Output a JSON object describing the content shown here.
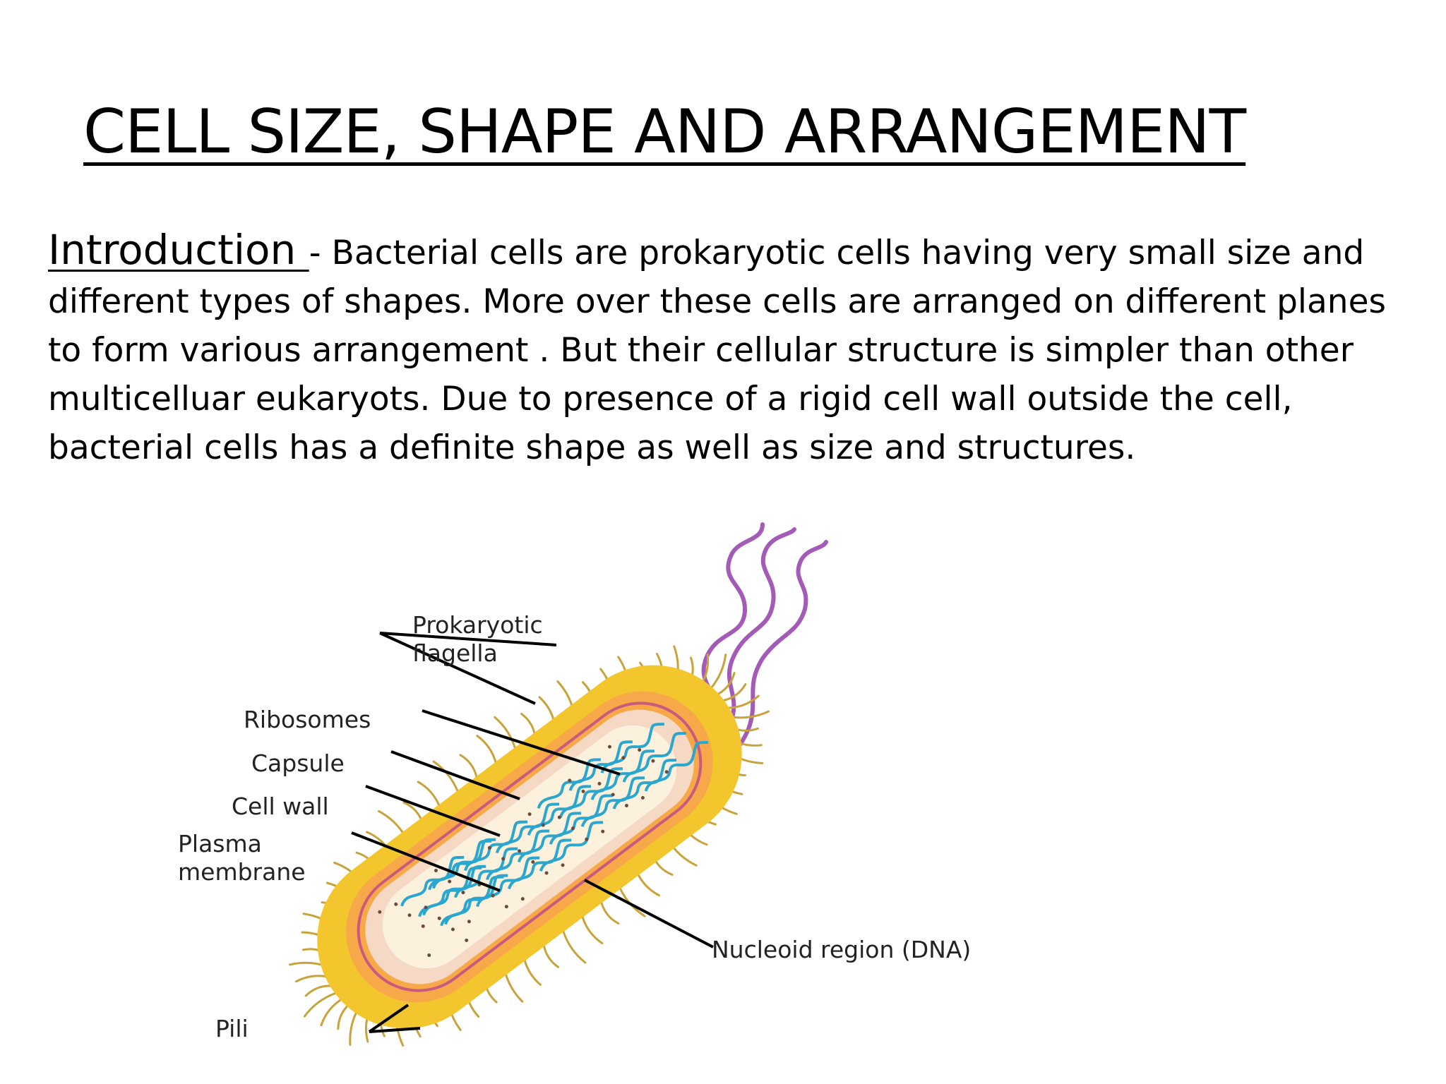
{
  "slide": {
    "title": "CELL SIZE, SHAPE AND ARRANGEMENT",
    "intro_lead": "Introduction ",
    "intro_text": "- Bacterial cells are prokaryotic cells having very small size and different types of shapes. More over these cells are arranged on different planes to form various arrangement . But their cellular structure is simpler than other multicelluar eukaryots. Due to presence of a rigid cell wall outside the cell, bacterial cells has a definite shape as well as size and structures."
  },
  "diagram": {
    "labels": {
      "flagella_1": "Prokaryotic",
      "flagella_2": "flagella",
      "ribosomes": "Ribosomes",
      "capsule": "Capsule",
      "cell_wall": "Cell wall",
      "plasma_1": "Plasma",
      "plasma_2": "membrane",
      "nucleoid": "Nucleoid region (DNA)",
      "pili": "Pili"
    },
    "colors": {
      "capsule": "#f2c62c",
      "cell_wall": "#f7a94a",
      "membrane": "#f6d9c4",
      "cytoplasm": "#fbf1dd",
      "dna": "#2aa6cf",
      "flagella": "#a45bb7"
    }
  }
}
